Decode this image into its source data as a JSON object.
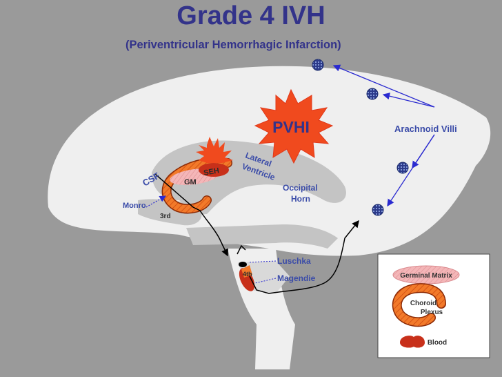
{
  "title": "Grade 4 IVH",
  "subtitle": "(Periventricular Hemorrhagic Infarction)",
  "labels": {
    "pvhi": "PVHI",
    "arachnoid_villi": "Arachnoid Villi",
    "lateral_ventricle_line1": "Lateral",
    "lateral_ventricle_line2": "Ventricle",
    "occipital_horn_line1": "Occipital",
    "occipital_horn_line2": "Horn",
    "csf": "CSF",
    "seh": "SEH",
    "gm": "GM",
    "monro": "Monro",
    "third": "3rd",
    "luschka": "Luschka",
    "fourth": "4th",
    "magendie": "Magendie"
  },
  "legend": {
    "germinal_matrix": "Germinal Matrix",
    "choroid_line1": "Choroid",
    "choroid_line2": "Plexus",
    "blood": "Blood"
  },
  "colors": {
    "background": "#9a9a9a",
    "brain": "#efefef",
    "ventricle": "#c4c4c4",
    "title": "#33338a",
    "label_blue": "#3a4ba8",
    "burst": "#f04a1e",
    "choroid_fill": "#f27a2a",
    "germinal_matrix": "#f4b6b8",
    "arrow_blue": "#2a2ad0"
  }
}
